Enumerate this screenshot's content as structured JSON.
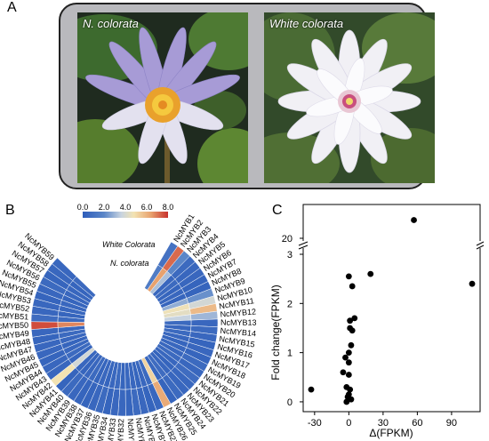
{
  "panels": {
    "a": "A",
    "b": "B",
    "c": "C"
  },
  "photos": {
    "left_label": "N. colorata",
    "right_label": "White colorata"
  },
  "heatmap": {
    "scale_ticks": [
      "0.0",
      "2.0",
      "4.0",
      "6.0",
      "8.0"
    ],
    "scale_colors": [
      "#2e5dbb",
      "#5b86c8",
      "#c7d3e0",
      "#f3e3b2",
      "#e8a26e",
      "#c8312d"
    ],
    "ring_outer_label": "White Colorata",
    "ring_inner_label": "N. colorata",
    "genes": [
      "NcMYB1",
      "NcMYB2",
      "NcMYB3",
      "NcMYB4",
      "NcMYB5",
      "NcMYB6",
      "NcMYB7",
      "NcMYB8",
      "NcMYB9",
      "NcMYB10",
      "NcMYB11",
      "NcMYB12",
      "NcMYB13",
      "NcMYB14",
      "NcMYB15",
      "NcMYB16",
      "NcMYB17",
      "NcMYB18",
      "NcMYB19",
      "NcMYB20",
      "NcMYB21",
      "NcMYB22",
      "NcMYB23",
      "NcMYB24",
      "NcMYB25",
      "NcMYB26",
      "NcMYB27",
      "NcMYB28",
      "NcMYB29",
      "NcMYB30",
      "NcMYB31",
      "NcMYB32",
      "NcMYB33",
      "NcMYB34",
      "NcMYB35",
      "NcMYB36",
      "NcMYB37",
      "NcMYB38",
      "NcMYB39",
      "NcMYB40",
      "NcMYB41",
      "NcMYB42",
      "NcMYB43",
      "NcMYB44",
      "NcMYB45",
      "NcMYB46",
      "NcMYB47",
      "NcMYB48",
      "NcMYB49",
      "NcMYB50",
      "NcMYB51",
      "NcMYB52",
      "NcMYB53",
      "NcMYB54",
      "NcMYB55",
      "NcMYB56",
      "NcMYB57",
      "NcMYB58",
      "NcMYB59"
    ],
    "white_colorata": [
      0.8,
      7.2,
      1.6,
      0.5,
      0.4,
      0.4,
      0.3,
      0.3,
      1.8,
      3.6,
      5.8,
      2.6,
      0.4,
      0.5,
      0.4,
      0.3,
      0.4,
      0.3,
      0.5,
      0.4,
      0.6,
      0.4,
      0.4,
      0.5,
      0.3,
      6.2,
      0.4,
      0.3,
      0.4,
      0.5,
      0.3,
      0.4,
      0.4,
      0.3,
      0.5,
      0.4,
      0.3,
      0.3,
      0.4,
      0.5,
      0.3,
      4.8,
      0.4,
      0.4,
      0.3,
      0.4,
      0.4,
      0.3,
      0.4,
      7.6,
      0.6,
      0.4,
      0.4,
      0.3,
      0.4,
      0.5,
      0.3,
      0.4,
      0.4
    ],
    "n_colorata": [
      1.2,
      6.4,
      2.8,
      0.4,
      0.5,
      0.3,
      0.4,
      0.3,
      2.4,
      4.6,
      4.2,
      3.2,
      0.5,
      0.4,
      0.5,
      0.4,
      0.3,
      0.4,
      0.4,
      0.5,
      0.4,
      0.3,
      0.4,
      0.6,
      0.4,
      5.2,
      0.5,
      0.4,
      0.3,
      0.4,
      0.4,
      0.3,
      0.5,
      0.4,
      0.3,
      0.4,
      0.3,
      0.5,
      0.4,
      0.3,
      0.4,
      3.6,
      0.3,
      0.5,
      0.4,
      0.3,
      0.4,
      0.5,
      0.4,
      6.8,
      0.5,
      0.3,
      0.4,
      0.4,
      0.3,
      0.4,
      0.4,
      0.3,
      0.5
    ]
  },
  "scatter": {
    "xlabel": "Δ(FPKM)",
    "ylabel": "Fold change(FPKM)",
    "x_ticks": [
      "-30",
      "0",
      "30",
      "60",
      "90"
    ],
    "y_ticks_lower": [
      "0",
      "1",
      "2",
      "3"
    ],
    "y_tick_upper": "20"
  },
  "chart_data": {
    "type": "scatter",
    "xlabel": "Δ(FPKM)",
    "ylabel": "Fold change(FPKM)",
    "xlim": [
      -40,
      115
    ],
    "ylim_lower": [
      -0.2,
      3.0
    ],
    "y_break": [
      3,
      20
    ],
    "points": [
      {
        "x": -33,
        "y": 0.25
      },
      {
        "x": -5,
        "y": 0.6
      },
      {
        "x": -3,
        "y": 0.9
      },
      {
        "x": -2,
        "y": 0.3
      },
      {
        "x": -2,
        "y": 0.0
      },
      {
        "x": -1,
        "y": 0.1
      },
      {
        "x": 0,
        "y": 0.15
      },
      {
        "x": 0,
        "y": 0.55
      },
      {
        "x": 0,
        "y": 0.8
      },
      {
        "x": 0,
        "y": 1.0
      },
      {
        "x": 1,
        "y": 0.25
      },
      {
        "x": 1,
        "y": 1.5
      },
      {
        "x": 1,
        "y": 1.65
      },
      {
        "x": 0,
        "y": 2.55
      },
      {
        "x": 2,
        "y": 1.15
      },
      {
        "x": 2,
        "y": 0.05
      },
      {
        "x": 3,
        "y": 1.45
      },
      {
        "x": 3,
        "y": 2.35
      },
      {
        "x": 5,
        "y": 1.7
      },
      {
        "x": 19,
        "y": 2.6
      },
      {
        "x": 57,
        "y": 21.5
      },
      {
        "x": 108,
        "y": 2.4
      }
    ]
  }
}
